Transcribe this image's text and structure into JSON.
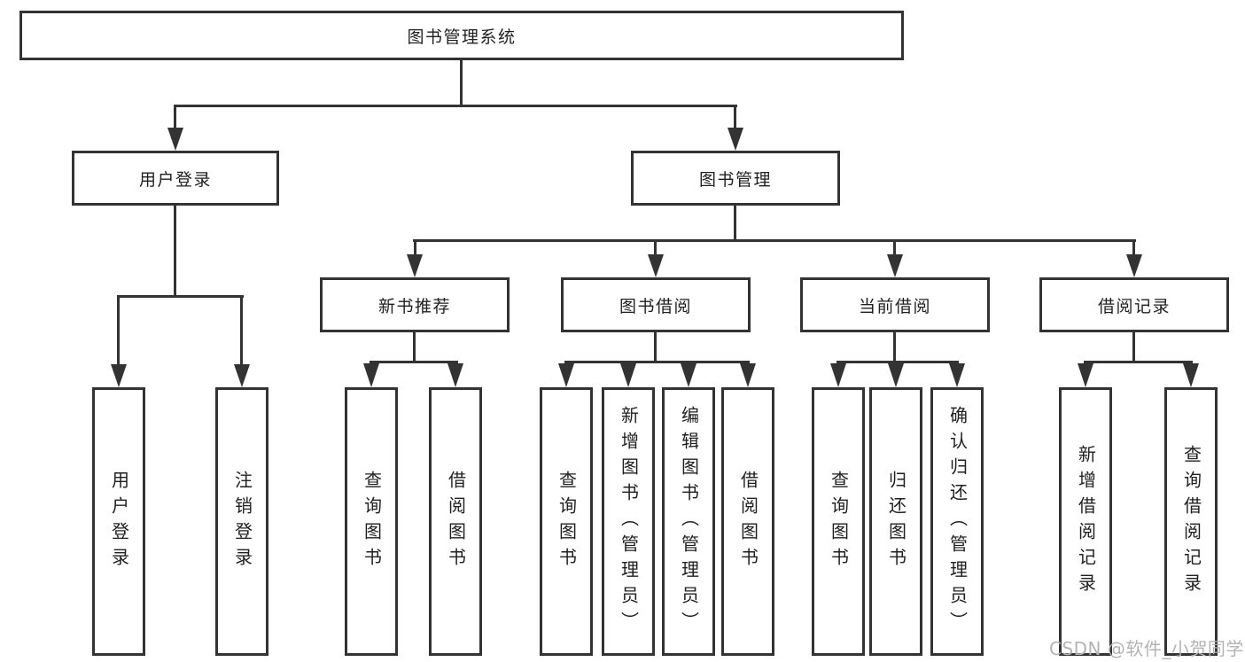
{
  "nodes": {
    "root": {
      "label": "图书管理系统"
    },
    "user_login": {
      "label": "用户登录"
    },
    "book_management": {
      "label": "图书管理"
    },
    "new_book_recommendation": {
      "label": "新书推荐"
    },
    "book_borrowing": {
      "label": "图书借阅"
    },
    "current_borrowing": {
      "label": "当前借阅"
    },
    "borrowing_records": {
      "label": "借阅记录"
    },
    "leaf_user_login": {
      "label": "用户登录"
    },
    "leaf_logout": {
      "label": "注销登录"
    },
    "leaf_recommend_query_books": {
      "label": "查询图书"
    },
    "leaf_recommend_borrow_books": {
      "label": "借阅图书"
    },
    "leaf_borrow_query_books": {
      "label": "查询图书"
    },
    "leaf_borrow_add_books_admin": {
      "label": "新增图书（管理员）"
    },
    "leaf_borrow_edit_books_admin": {
      "label": "编辑图书（管理员）"
    },
    "leaf_borrow_borrow_books": {
      "label": "借阅图书"
    },
    "leaf_current_query_books": {
      "label": "查询图书"
    },
    "leaf_current_return_books": {
      "label": "归还图书"
    },
    "leaf_current_confirm_return_admin": {
      "label": "确认归还（管理员）"
    },
    "leaf_records_add_record": {
      "label": "新增借阅记录"
    },
    "leaf_records_query_record": {
      "label": "查询借阅记录"
    }
  },
  "watermark": {
    "text": "CSDN @软件_小贺同学"
  },
  "colors": {
    "line": "#333333",
    "box_border": "#333333",
    "text": "#1f1f1f",
    "background": "#ffffff",
    "watermark": "#b3b3b3"
  }
}
